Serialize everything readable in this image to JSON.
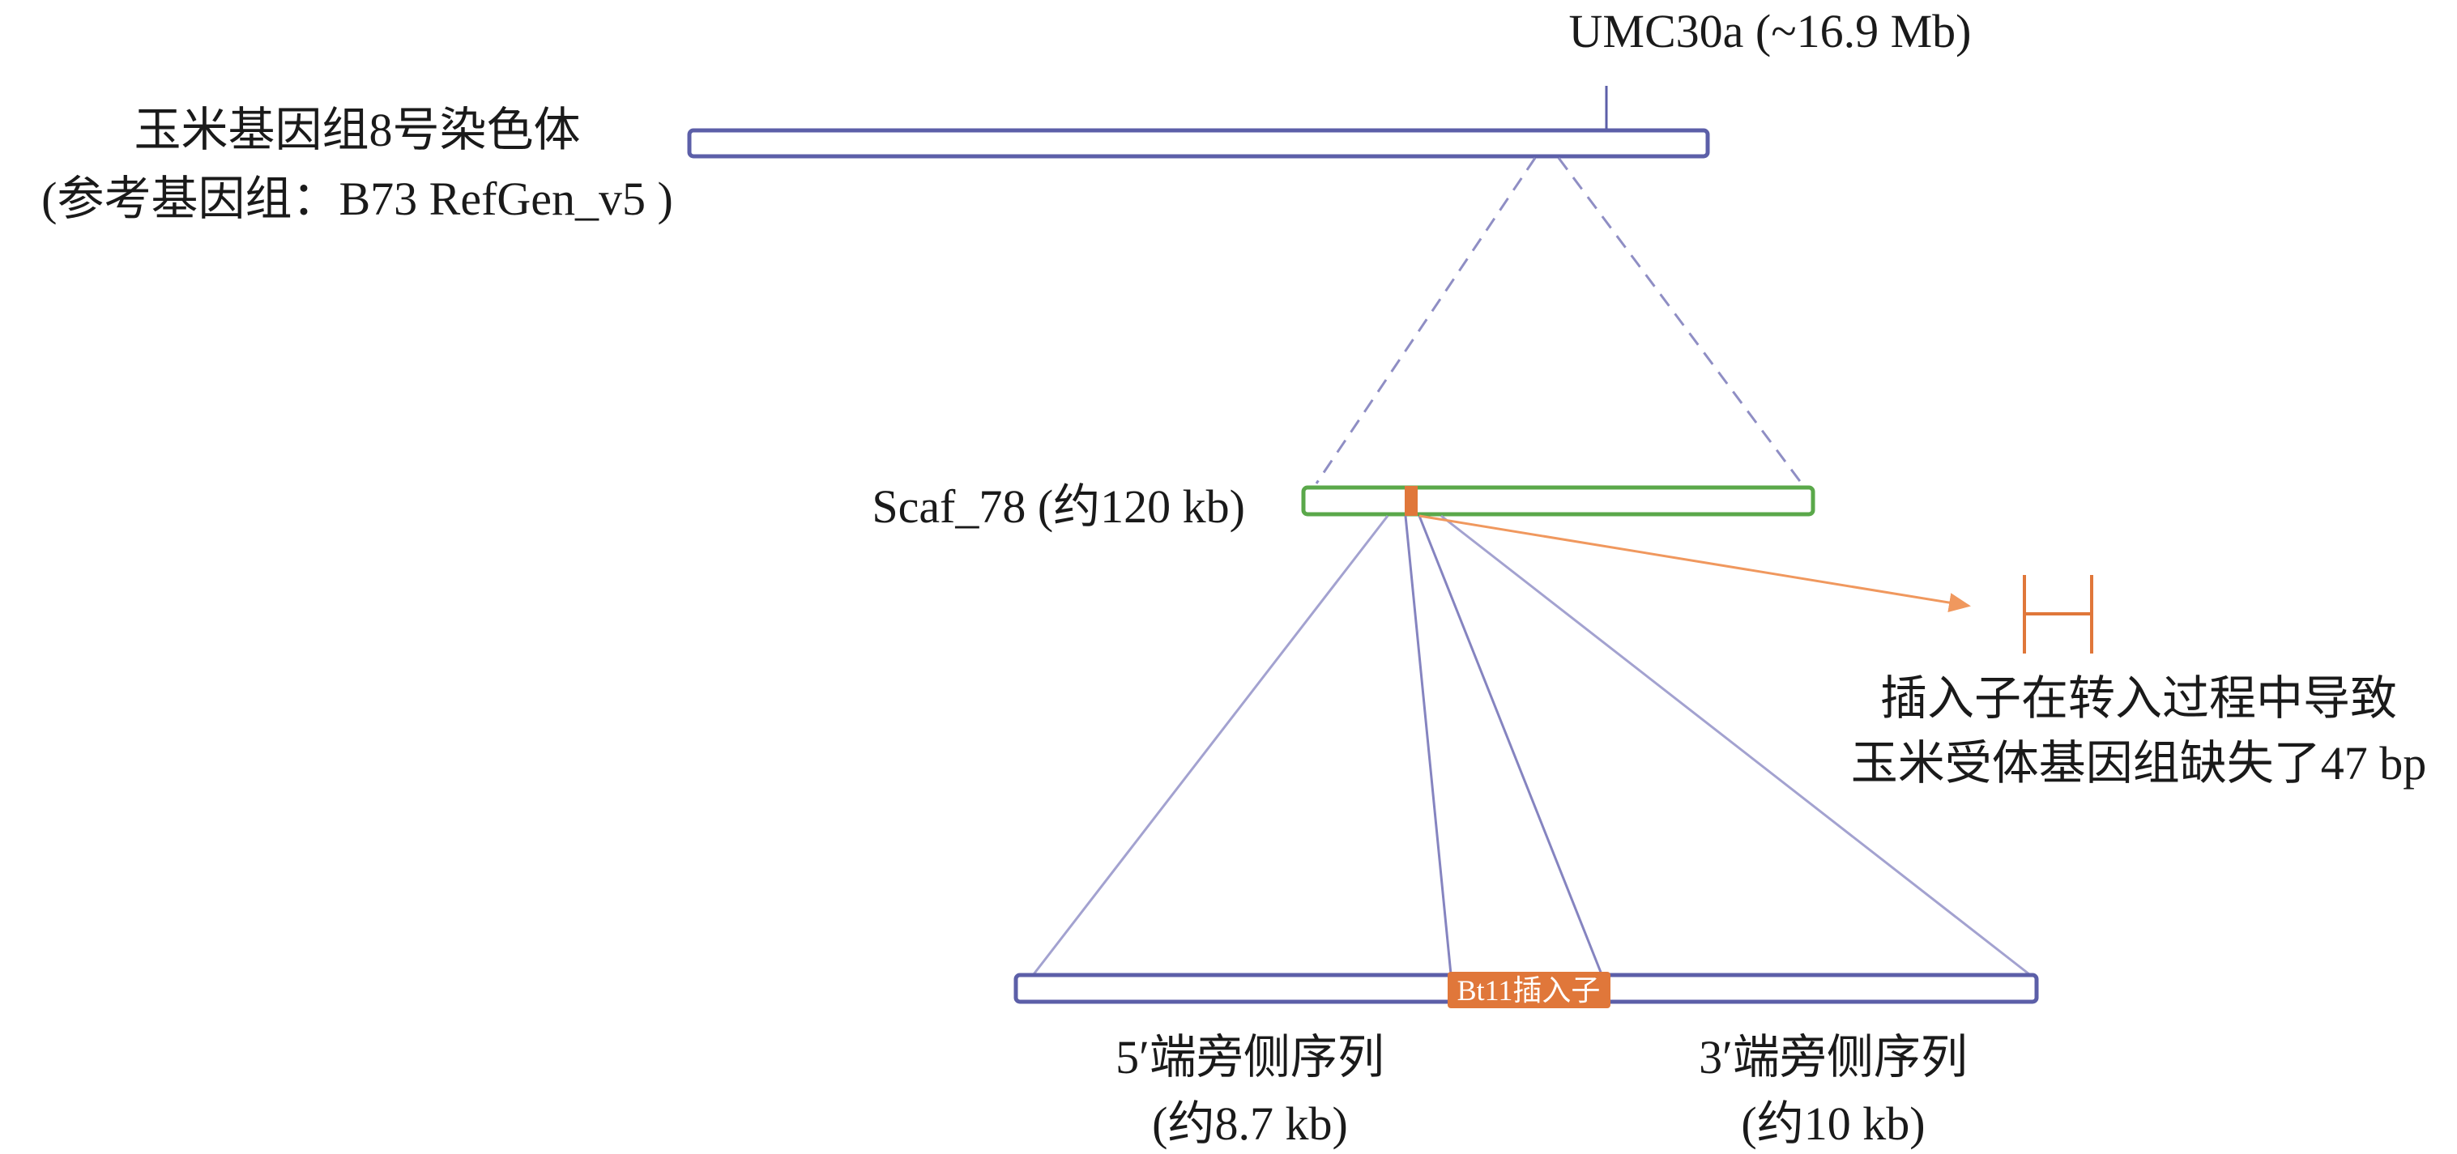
{
  "colors": {
    "chromosome": "#5c5fa8",
    "connector": "#a3a2d0",
    "scaffold": "#5aa84a",
    "insert": "#e0773a"
  },
  "chromosome": {
    "title_line1": "玉米基因组8号染色体",
    "title_line2": "(参考基因组：B73 RefGen_v5 )",
    "marker_label": "UMC30a (~16.9 Mb)"
  },
  "scaffold": {
    "label": "Scaf_78 (约120 kb)"
  },
  "deletion": {
    "line1": "插入子在转入过程中导致",
    "line2": "玉米受体基因组缺失了47 bp"
  },
  "insert_region": {
    "label": "Bt11插入子",
    "left_flank_line1": "5′端旁侧序列",
    "left_flank_line2": "(约8.7 kb)",
    "right_flank_line1": "3′端旁侧序列",
    "right_flank_line2": "(约10 kb)"
  }
}
